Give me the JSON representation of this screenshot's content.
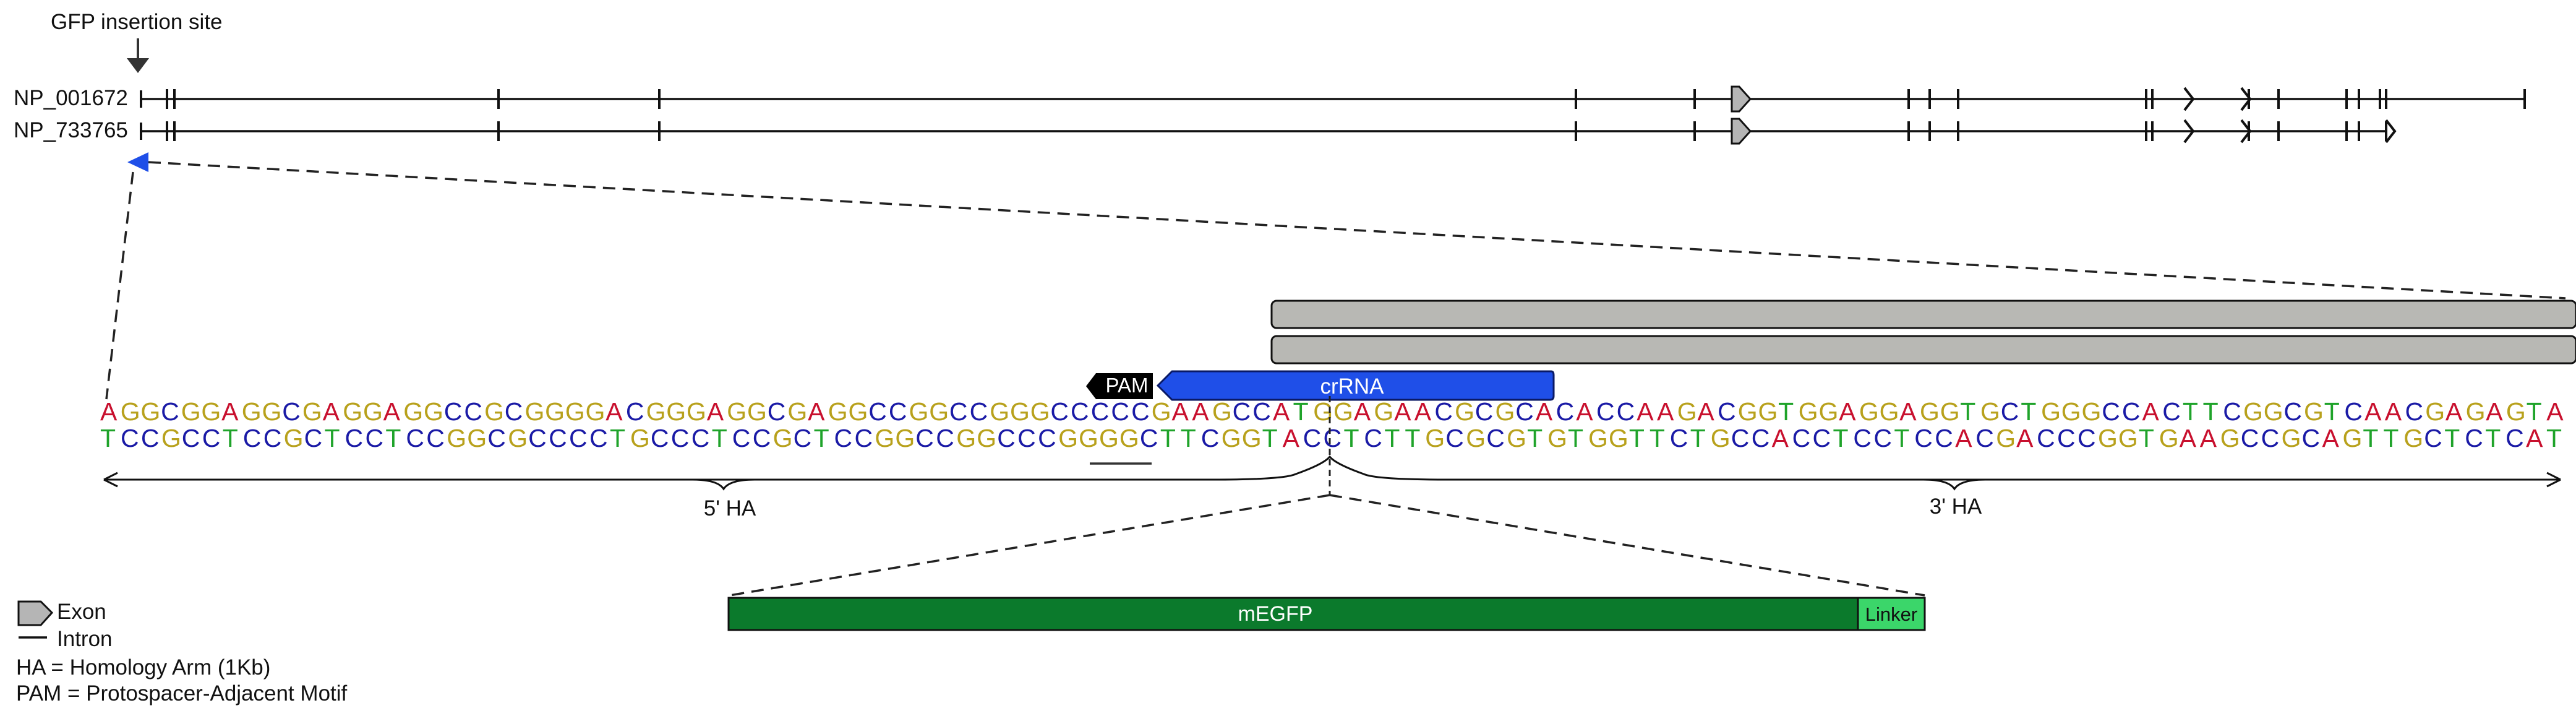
{
  "gfp_label": "GFP insertion site",
  "transcripts": [
    {
      "name": "NP_001672"
    },
    {
      "name": "NP_733765"
    }
  ],
  "sequence": {
    "top": "AGGCGGAGGCGAGGAGGCCGCGGGGACGGGAGGCGAGGCCGGCCGGGCCCCCGAAGCCATGGAGAACGCGCACACCAAGACGGTGGAGGAGGTGCTGGGCCACTTCGGCGTCAACGAGAGTA",
    "bottom": "TCCGCCTCCGCTCCTCCGGCGCCCCTGCCCTCCGCTCCGGCCGGCCCGGGGCTTCGGTACCTCTTGCGCGTGTGGTTCTGCCACCTCCTCCACGACCCGGTGAAGCCGCAGTTGCTCTCAT",
    "colors": {
      "A": "#c8102e",
      "G": "#b8a11c",
      "C": "#1a1aa6",
      "T": "#1fa32a"
    }
  },
  "pam_label": "PAM",
  "crrna_label": "crRNA",
  "ha5_label": "5' HA",
  "ha3_label": "3' HA",
  "megfp_label": "mEGFP",
  "linker_label": "Linker",
  "legend": {
    "exon": "Exon",
    "intron": "Intron",
    "ha": "HA = Homology Arm (1Kb)",
    "pam": "PAM = Protospacer-Adjacent Motif"
  },
  "colors": {
    "crrna": "#1f4fe8",
    "pam": "#000000",
    "egfp": "#0b7a2c",
    "linker": "#3bd66a",
    "gray_bar": "#b8b8b4",
    "exon_fill": "#b5b5b5",
    "insertion_marker": "#1f4fe8"
  }
}
